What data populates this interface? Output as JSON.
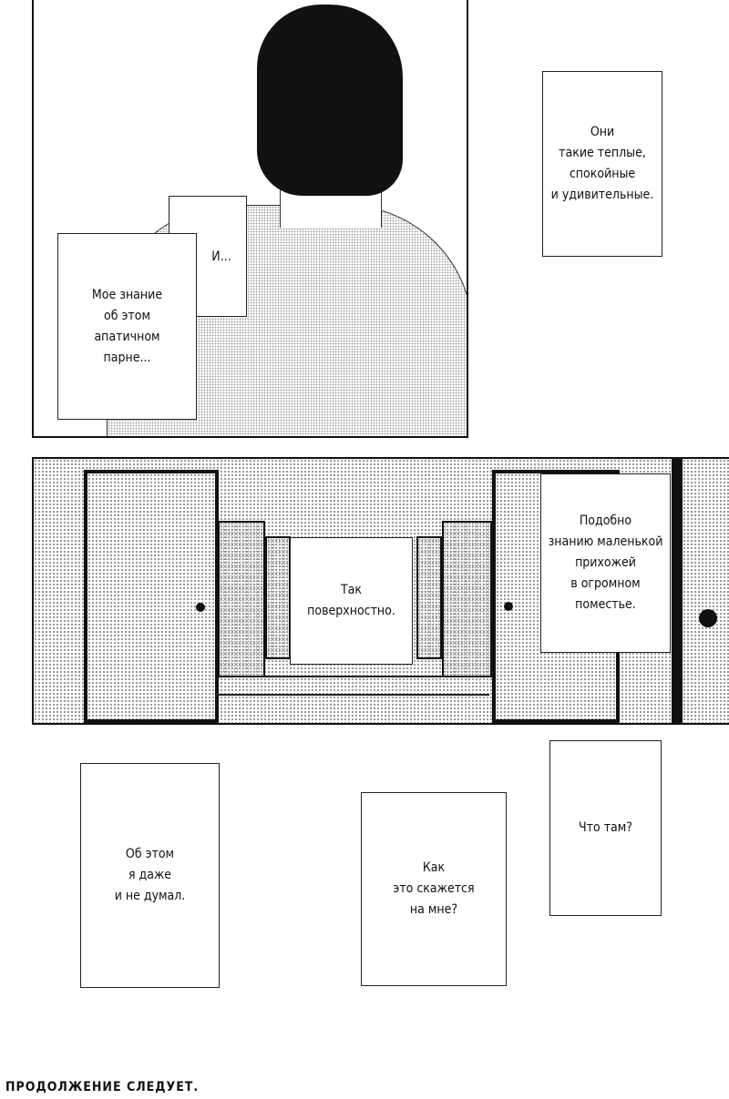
{
  "top_panel": {
    "caption_right": [
      "Они",
      "такие теплые,",
      "спокойные",
      "и удивительные."
    ],
    "caption_and": "И...",
    "caption_left": [
      "Мое знание",
      "об этом",
      "апатичном",
      "парне..."
    ]
  },
  "middle_panel": {
    "caption_center": [
      "Так",
      "поверхностно."
    ],
    "caption_right": [
      "Подобно",
      "знанию маленькой",
      "прихожей",
      "в огромном",
      "поместье."
    ]
  },
  "bottom": {
    "caption_left": [
      "Об этом",
      "я даже",
      "и не думал."
    ],
    "caption_middle": [
      "Как",
      "это скажется",
      "на мне?"
    ],
    "caption_right": [
      "Что там?"
    ]
  },
  "footer": "Продолжение следует."
}
